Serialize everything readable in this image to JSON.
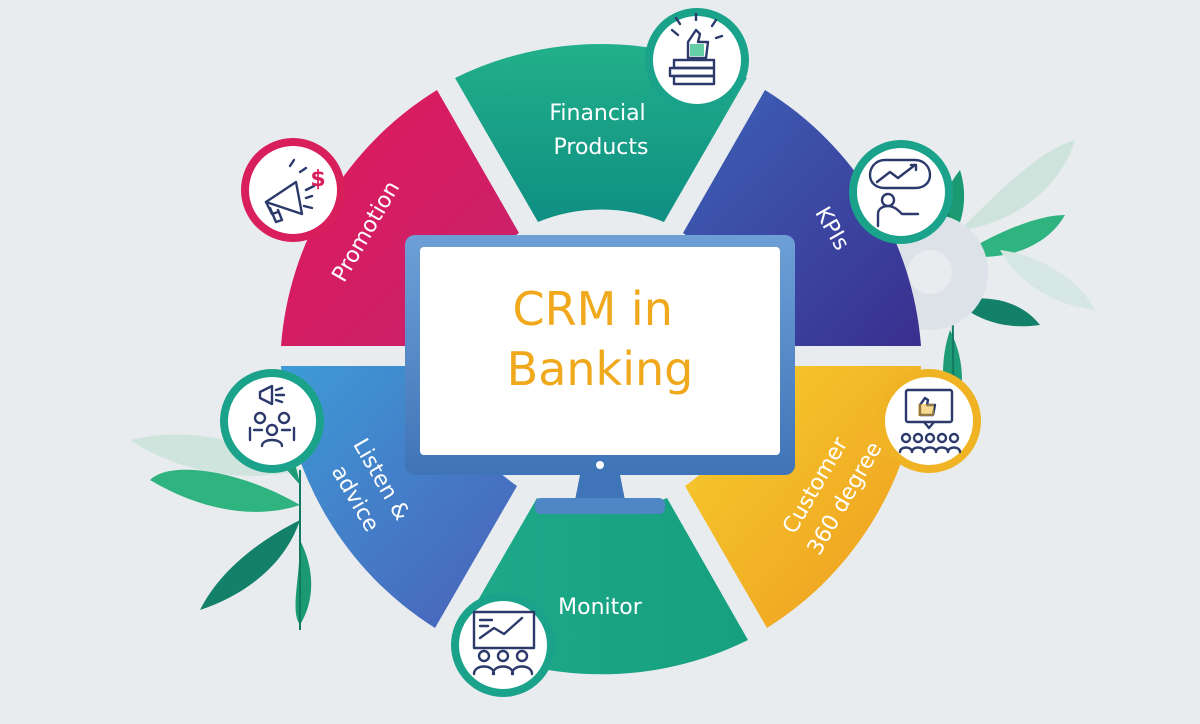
{
  "center": {
    "title_line1": "CRM in",
    "title_line2": "Banking"
  },
  "segments": [
    {
      "id": "financial",
      "label_lines": [
        "Financial",
        "Products"
      ],
      "icon": "hand-thumbs-up-money-icon",
      "color": "#1aa38a"
    },
    {
      "id": "kpis",
      "label_lines": [
        "KPIs"
      ],
      "icon": "presenter-chart-icon",
      "color": "#3f3f9e"
    },
    {
      "id": "customer",
      "label_lines": [
        "Customer",
        "360 degree"
      ],
      "icon": "audience-thumbs-up-icon",
      "color": "#f0b323"
    },
    {
      "id": "monitor",
      "label_lines": [
        "Monitor"
      ],
      "icon": "team-growth-chart-icon",
      "color": "#1aa38a"
    },
    {
      "id": "listen",
      "label_lines": [
        "Listen &",
        "advice"
      ],
      "icon": "meeting-megaphone-icon",
      "color": "#3b7fc4"
    },
    {
      "id": "promotion",
      "label_lines": [
        "Promotion"
      ],
      "icon": "megaphone-dollar-icon",
      "color": "#d81f5c"
    }
  ],
  "colors": {
    "background": "#e9ecef",
    "title": "#f0a81c",
    "icon_stroke": "#2b3a6b",
    "icon_ring": "#1aa38a",
    "leaf_dark": "#0f7a63",
    "leaf_light": "#3ec191",
    "monitor_frame": "#4f86c6"
  }
}
